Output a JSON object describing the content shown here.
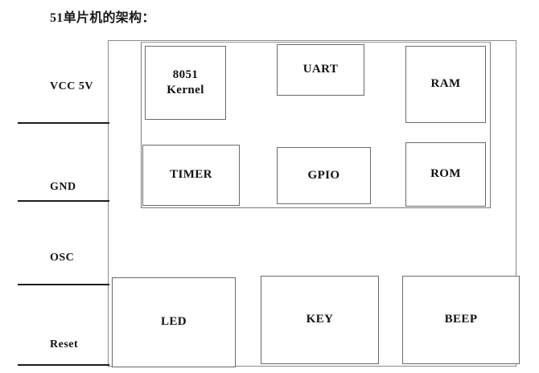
{
  "document": {
    "title": "51单片机的架构："
  },
  "diagram": {
    "type": "block-diagram",
    "chip_outline": {
      "name": "mcu-chip-outline"
    },
    "core_container": {
      "name": "mcu-core-container"
    },
    "pins": [
      {
        "label": "VCC 5V",
        "line": "pin-line-vcc"
      },
      {
        "label": "GND",
        "line": "pin-line-gnd"
      },
      {
        "label": "OSC",
        "line": "pin-line-osc"
      },
      {
        "label": "Reset",
        "line": "pin-line-reset"
      }
    ],
    "core_blocks": [
      {
        "label": "8051\nKernel",
        "id": "kernel"
      },
      {
        "label": "UART",
        "id": "uart"
      },
      {
        "label": "RAM",
        "id": "ram"
      },
      {
        "label": "TIMER",
        "id": "timer"
      },
      {
        "label": "GPIO",
        "id": "gpio"
      },
      {
        "label": "ROM",
        "id": "rom"
      }
    ],
    "peripheral_blocks": [
      {
        "label": "LED",
        "id": "led"
      },
      {
        "label": "KEY",
        "id": "key"
      },
      {
        "label": "BEEP",
        "id": "beep"
      }
    ]
  },
  "colors": {
    "background": "#ffffff",
    "box_border": "#6b6b6b",
    "outline_border": "#8a8a8a",
    "pin_line": "#1d1d1d",
    "text": "#111111"
  }
}
